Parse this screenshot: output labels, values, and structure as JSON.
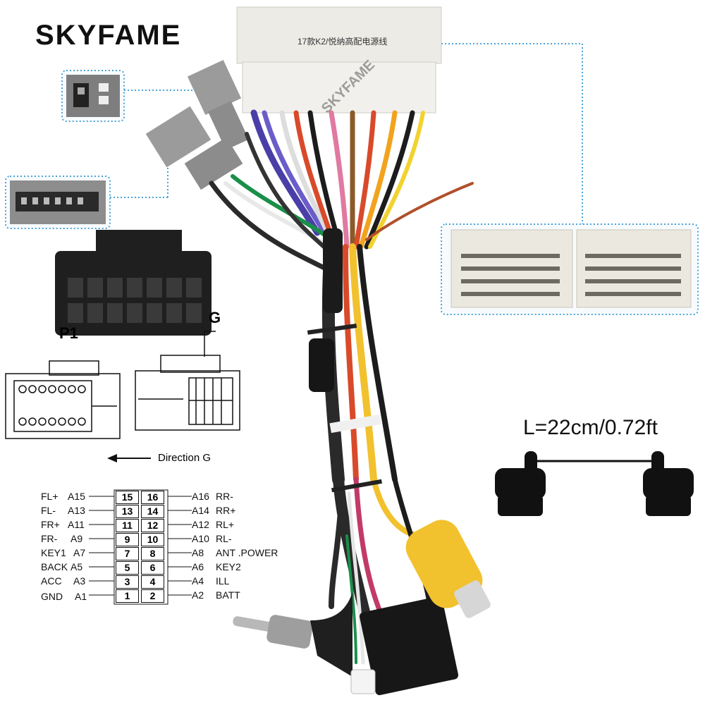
{
  "brand": "SKYFAME",
  "watermark": "SKYFAME",
  "connector_label": "17款K2/悦纳高配电源线",
  "p1_label": "P1",
  "g_label": "G",
  "direction_label": "Direction G",
  "length_label": "L=22cm/0.72ft",
  "pinout": {
    "left": [
      {
        "func": "FL+",
        "pin": "A15",
        "num": "15"
      },
      {
        "func": "FL-",
        "pin": "A13",
        "num": "13"
      },
      {
        "func": "FR+",
        "pin": "A11",
        "num": "11"
      },
      {
        "func": "FR-",
        "pin": "A9",
        "num": "9"
      },
      {
        "func": "KEY1",
        "pin": "A7",
        "num": "7"
      },
      {
        "func": "BACK",
        "pin": "A5",
        "num": "5"
      },
      {
        "func": "ACC",
        "pin": "A3",
        "num": "3"
      },
      {
        "func": "GND",
        "pin": "A1",
        "num": "1"
      }
    ],
    "right": [
      {
        "num": "16",
        "pin": "A16",
        "func": "RR-"
      },
      {
        "num": "14",
        "pin": "A14",
        "func": "RR+"
      },
      {
        "num": "12",
        "pin": "A12",
        "func": "RL+"
      },
      {
        "num": "10",
        "pin": "A10",
        "func": "RL-"
      },
      {
        "num": "8",
        "pin": "A8",
        "func": "ANT .POWER"
      },
      {
        "num": "6",
        "pin": "A6",
        "func": "KEY2"
      },
      {
        "num": "4",
        "pin": "A4",
        "func": "ILL"
      },
      {
        "num": "2",
        "pin": "A2",
        "func": "BATT"
      }
    ]
  },
  "colors": {
    "callout_border": "#4aa3d8",
    "connector_gray": "#9a9a9a",
    "connector_white": "#ecebe6",
    "connector_black": "#1f1f1f",
    "rca_yellow": "#f2c12e"
  }
}
